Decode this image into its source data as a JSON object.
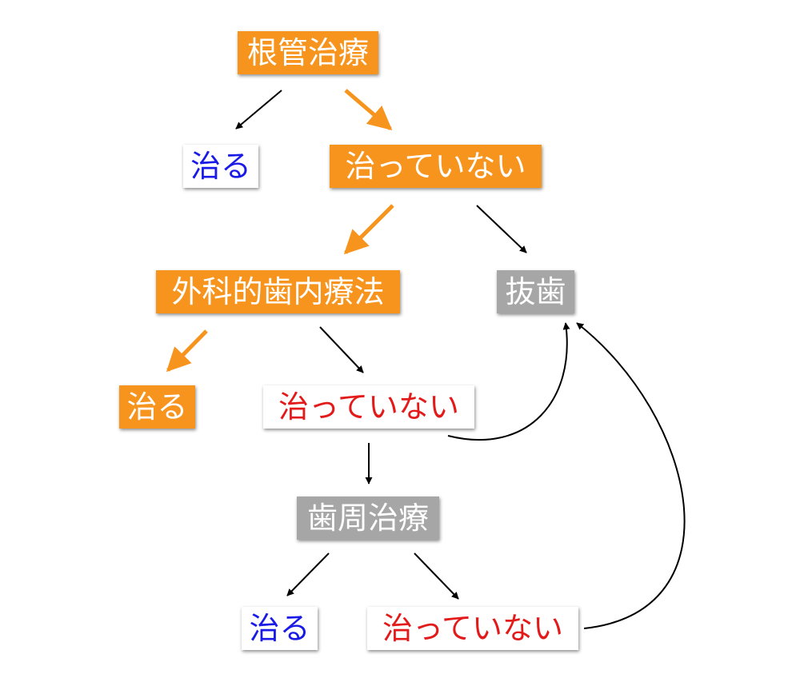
{
  "colors": {
    "orange": "#f7941d",
    "gray": "#a6a6a6",
    "blue_text": "#1a1ae6",
    "red_text": "#e31a1a",
    "arrow_black": "#000000",
    "arrow_orange": "#f7941d"
  },
  "nodes": {
    "root_canal_treatment": "根管治療",
    "healed_1": "治る",
    "not_healed_1": "治っていない",
    "surgical_endodontics": "外科的歯内療法",
    "extraction": "抜歯",
    "healed_2": "治る",
    "not_healed_2": "治っていない",
    "periodontal_treatment": "歯周治療",
    "healed_3": "治る",
    "not_healed_3": "治っていない"
  }
}
